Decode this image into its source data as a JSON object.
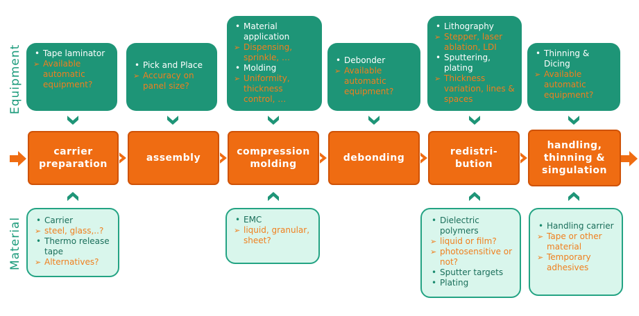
{
  "labels": {
    "equipment": "Equipment",
    "material": "Material"
  },
  "colors": {
    "equipment_box": "#1e9577",
    "material_box": "#d9f6ec",
    "step": "#ef6c12",
    "accent_text": "#f07f1e"
  },
  "steps": [
    {
      "label": "carrier preparation"
    },
    {
      "label": "assembly"
    },
    {
      "label": "compression molding"
    },
    {
      "label": "debonding"
    },
    {
      "label": "redistri-bution"
    },
    {
      "label": "handling, thinning & singulation"
    }
  ],
  "equipment": [
    {
      "items": [
        {
          "kind": "bullet",
          "text": "Tape laminator"
        },
        {
          "kind": "arrow",
          "text": "Available automatic equipment?"
        }
      ]
    },
    {
      "items": [
        {
          "kind": "bullet",
          "text": "Pick and Place"
        },
        {
          "kind": "arrow",
          "text": "Accuracy on panel size?"
        }
      ]
    },
    {
      "items": [
        {
          "kind": "bullet",
          "text": "Material application"
        },
        {
          "kind": "arrow",
          "text": "Dispensing, sprinkle, …"
        },
        {
          "kind": "bullet",
          "text": "Molding"
        },
        {
          "kind": "arrow",
          "text": "Uniformity, thickness control, …"
        }
      ]
    },
    {
      "items": [
        {
          "kind": "bullet",
          "text": "Debonder"
        },
        {
          "kind": "arrow",
          "text": "Available automatic equipment?"
        }
      ]
    },
    {
      "items": [
        {
          "kind": "bullet",
          "text": "Lithography"
        },
        {
          "kind": "arrow",
          "text": "Stepper, laser ablation, LDI"
        },
        {
          "kind": "bullet",
          "text": "Sputtering, plating"
        },
        {
          "kind": "arrow",
          "text": "Thickness variation, lines & spaces"
        }
      ]
    },
    {
      "items": [
        {
          "kind": "bullet",
          "text": "Thinning & Dicing"
        },
        {
          "kind": "arrow",
          "text": "Available automatic equipment?"
        }
      ]
    }
  ],
  "materials": [
    {
      "items": [
        {
          "kind": "bullet",
          "text": "Carrier"
        },
        {
          "kind": "arrow",
          "text": "steel, glass,..?"
        },
        {
          "kind": "bullet",
          "text": "Thermo release tape"
        },
        {
          "kind": "arrow",
          "text": "Alternatives?"
        }
      ]
    },
    {
      "items": [
        {
          "kind": "bullet",
          "text": "EMC"
        },
        {
          "kind": "arrow",
          "text": "liquid, granular, sheet?"
        }
      ]
    },
    {
      "items": [
        {
          "kind": "bullet",
          "text": "Dielectric polymers"
        },
        {
          "kind": "arrow",
          "text": "liquid or film?"
        },
        {
          "kind": "arrow",
          "text": "photosensitive or not?"
        },
        {
          "kind": "bullet",
          "text": "Sputter targets"
        },
        {
          "kind": "bullet",
          "text": "Plating"
        }
      ]
    },
    {
      "items": [
        {
          "kind": "bullet",
          "text": "Handling carrier"
        },
        {
          "kind": "arrow",
          "text": "Tape or other material"
        },
        {
          "kind": "arrow",
          "text": "Temporary adhesives"
        }
      ]
    }
  ]
}
